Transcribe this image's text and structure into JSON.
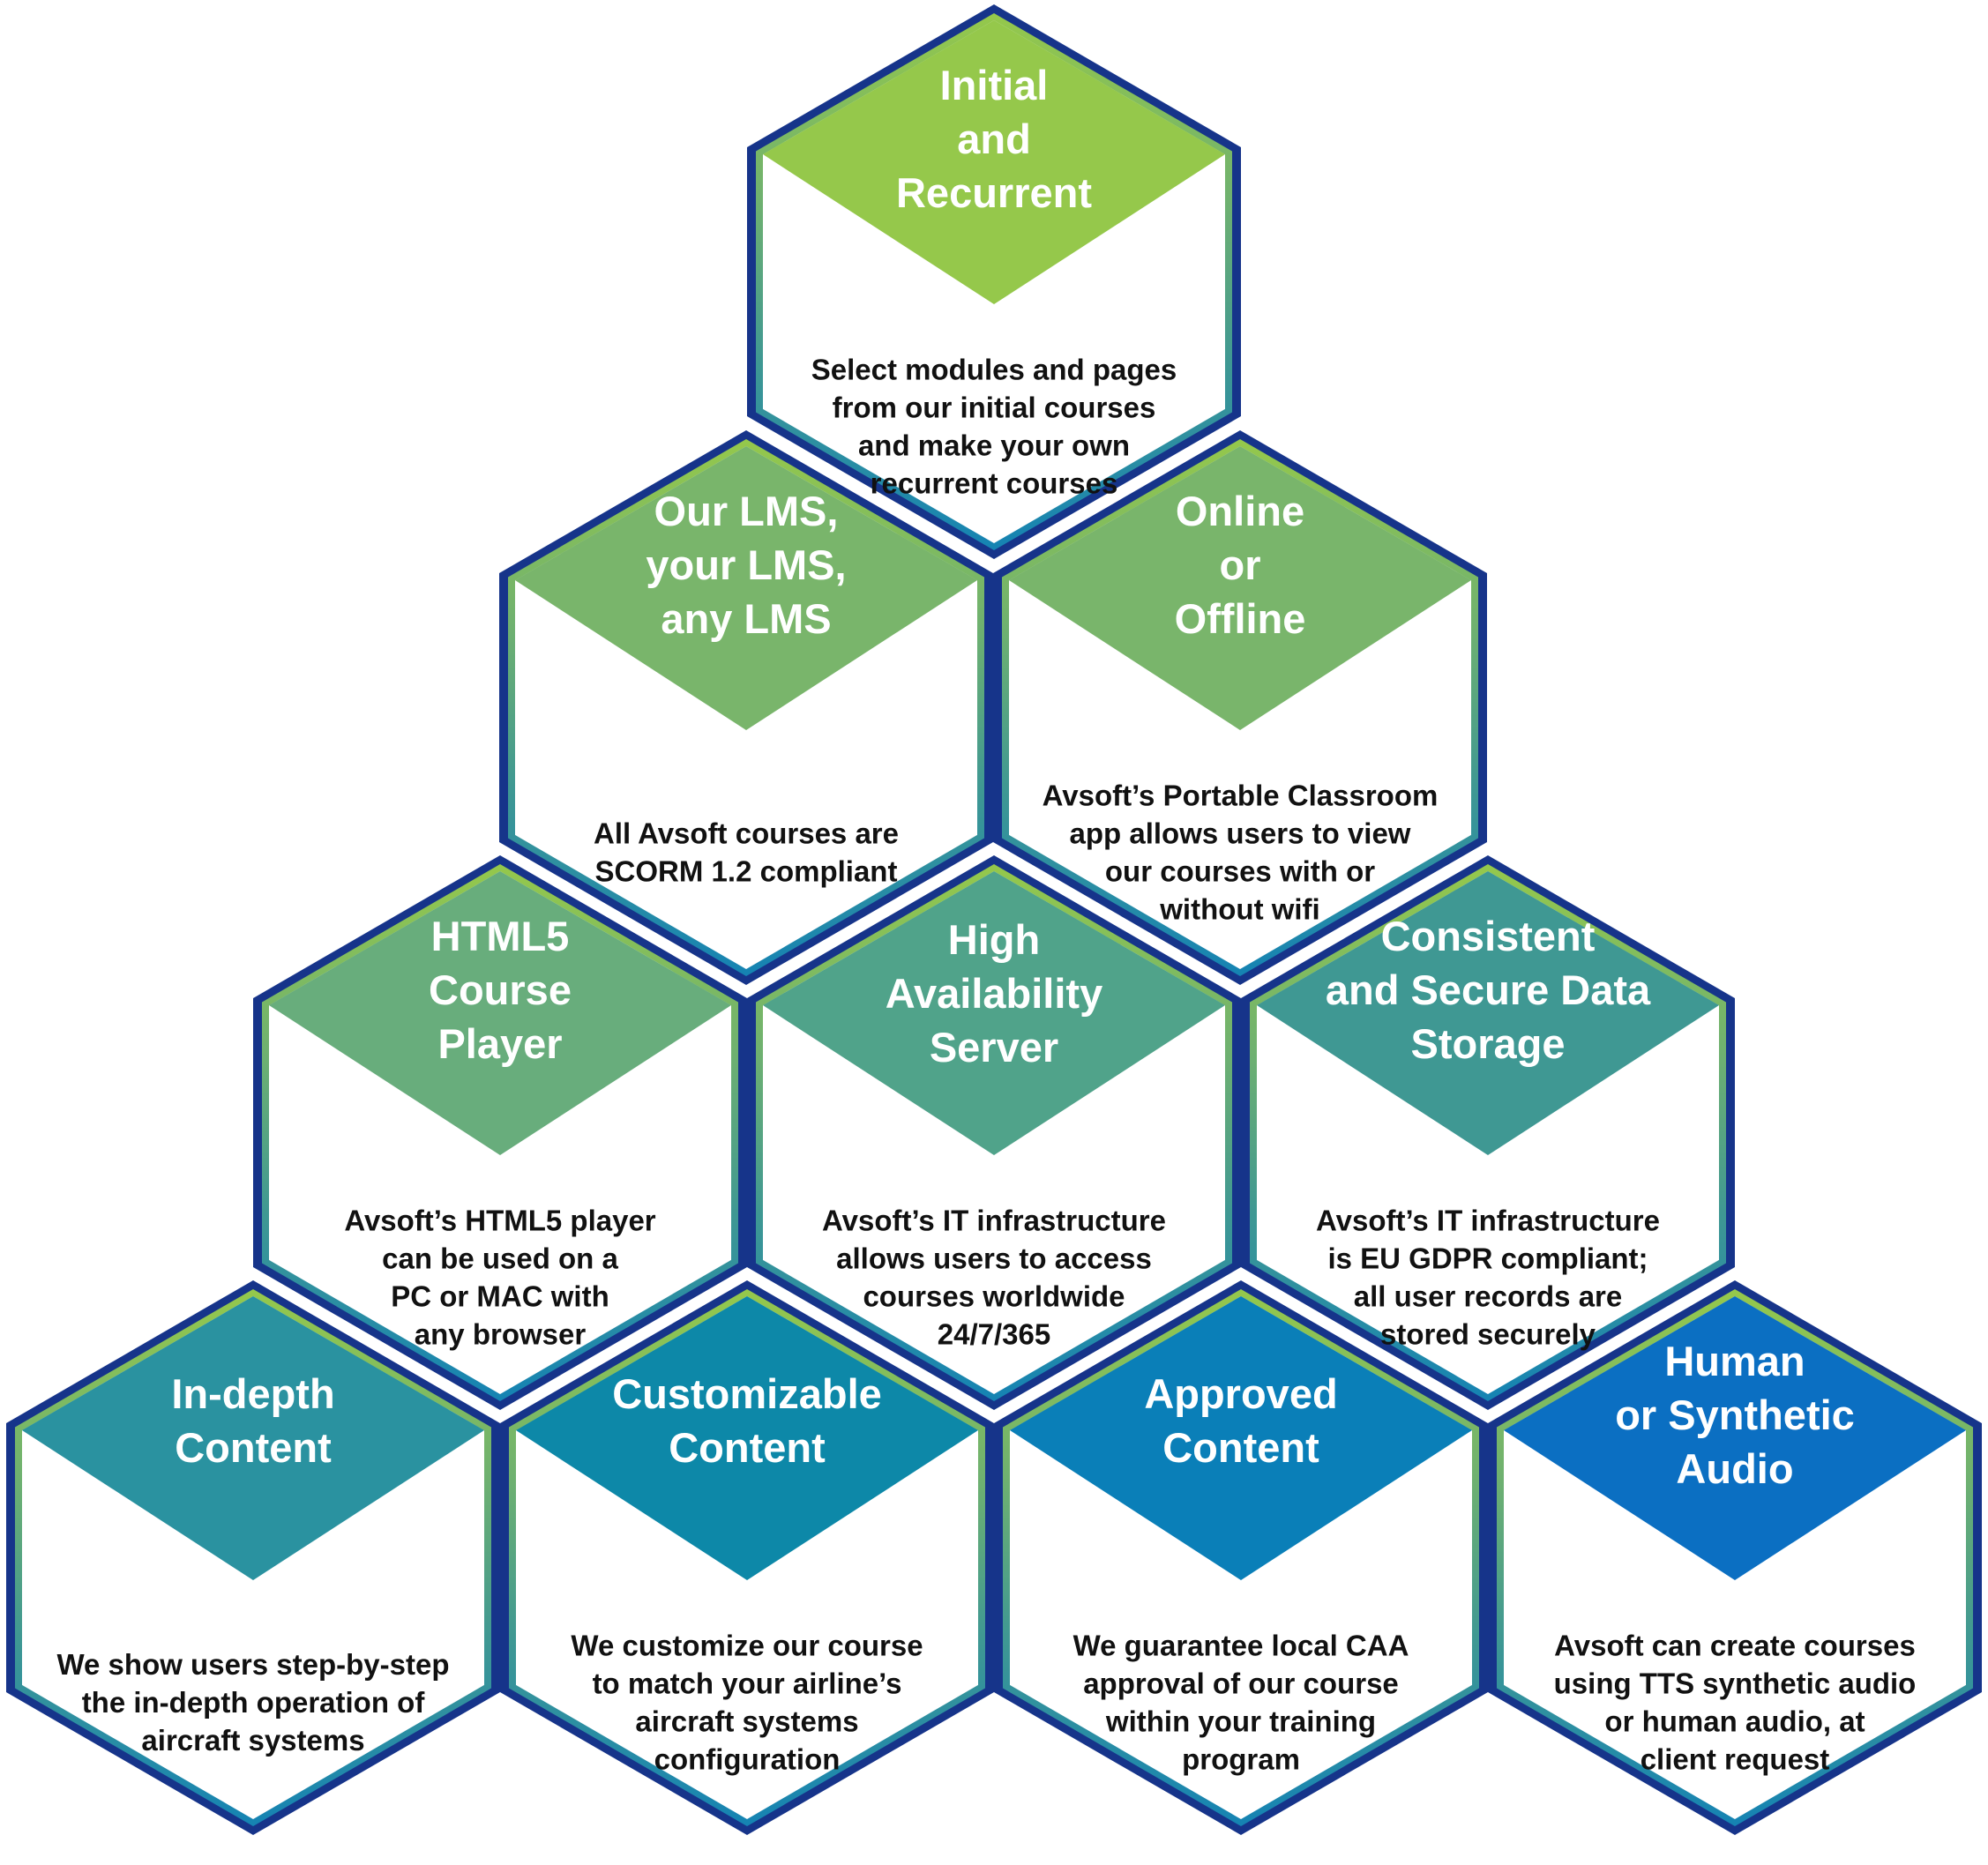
{
  "colors": {
    "outline_outer": "#16348a",
    "row1_diamond": "#95c84b",
    "row2_diamond": "#79b56b",
    "row3_diamonds": [
      "#68ad7c",
      "#50a38a",
      "#3f9893"
    ],
    "row4_diamonds": [
      "#2a92a0",
      "#0d88a8",
      "#0a7fb8",
      "#0b6fc2"
    ]
  },
  "tiles": [
    {
      "id": "initial-and-recurrent",
      "title": [
        "Initial",
        "and",
        "Recurrent"
      ],
      "description": [
        "Select modules and pages",
        "from our initial courses",
        "and make your own",
        "recurrent courses"
      ]
    },
    {
      "id": "our-lms",
      "title": [
        "Our LMS,",
        "your LMS,",
        "any LMS"
      ],
      "description": [
        "All Avsoft courses are",
        "SCORM 1.2 compliant"
      ]
    },
    {
      "id": "online-or-offline",
      "title": [
        "Online",
        "or",
        "Offline"
      ],
      "description": [
        "Avsoft’s Portable Classroom",
        "app allows users to view",
        "our courses with or",
        "without wifi"
      ]
    },
    {
      "id": "html5-course-player",
      "title": [
        "HTML5",
        "Course",
        "Player"
      ],
      "description": [
        "Avsoft’s HTML5 player",
        "can be used on a",
        "PC or MAC with",
        "any browser"
      ]
    },
    {
      "id": "high-availability-server",
      "title": [
        "High",
        "Availability",
        "Server"
      ],
      "description": [
        "Avsoft’s IT infrastructure",
        "allows users to access",
        "courses worldwide",
        "24/7/365"
      ]
    },
    {
      "id": "consistent-secure-data-storage",
      "title": [
        "Consistent",
        "and Secure Data",
        "Storage"
      ],
      "description": [
        "Avsoft’s IT infrastructure",
        "is EU GDPR compliant;",
        "all user records are",
        "stored securely"
      ]
    },
    {
      "id": "in-depth-content",
      "title": [
        "In-depth",
        "Content"
      ],
      "description": [
        "We show users step-by-step",
        "the in-depth operation of",
        "aircraft systems"
      ]
    },
    {
      "id": "customizable-content",
      "title": [
        "Customizable",
        "Content"
      ],
      "description": [
        "We customize our course",
        "to match your airline’s",
        "aircraft systems",
        "configuration"
      ]
    },
    {
      "id": "approved-content",
      "title": [
        "Approved",
        "Content"
      ],
      "description": [
        "We guarantee local CAA",
        "approval of our course",
        "within your training",
        "program"
      ]
    },
    {
      "id": "human-or-synthetic-audio",
      "title": [
        "Human",
        "or Synthetic",
        "Audio"
      ],
      "description": [
        "Avsoft can create courses",
        "using TTS synthetic audio",
        "or human audio, at",
        "client request"
      ]
    }
  ]
}
